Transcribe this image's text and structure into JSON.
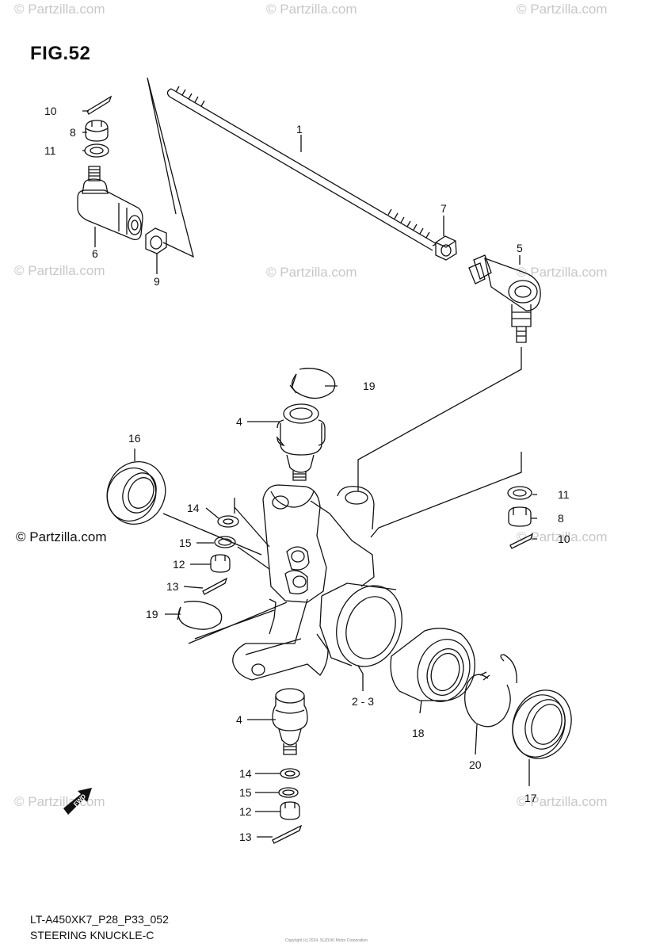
{
  "figure": {
    "title": "FIG.52",
    "model_code": "LT-A450XK7_P28_P33_052",
    "caption": "STEERING KNUCKLE-C",
    "copyright": "Copyright (c) 2024. SUZUKI Motor Corporation"
  },
  "watermarks": [
    "© Partzilla.com",
    "© Partzilla.com",
    "© Partzilla.com",
    "© Partzilla.com",
    "© Partzilla.com",
    "© Partzilla.com",
    "© Partzilla.com",
    "© Partzilla.com",
    "© Partzilla.com",
    "© Partzilla.com"
  ],
  "fwd_label": "FWD",
  "callouts": {
    "c1": "1",
    "c2_3": "2 - 3",
    "c4a": "4",
    "c4b": "4",
    "c5": "5",
    "c6": "6",
    "c7": "7",
    "c8a": "8",
    "c8b": "8",
    "c9": "9",
    "c10a": "10",
    "c10b": "10",
    "c11a": "11",
    "c11b": "11",
    "c12a": "12",
    "c12b": "12",
    "c13a": "13",
    "c13b": "13",
    "c14a": "14",
    "c14b": "14",
    "c15a": "15",
    "c15b": "15",
    "c16": "16",
    "c17": "17",
    "c18": "18",
    "c19a": "19",
    "c19b": "19",
    "c20": "20"
  }
}
